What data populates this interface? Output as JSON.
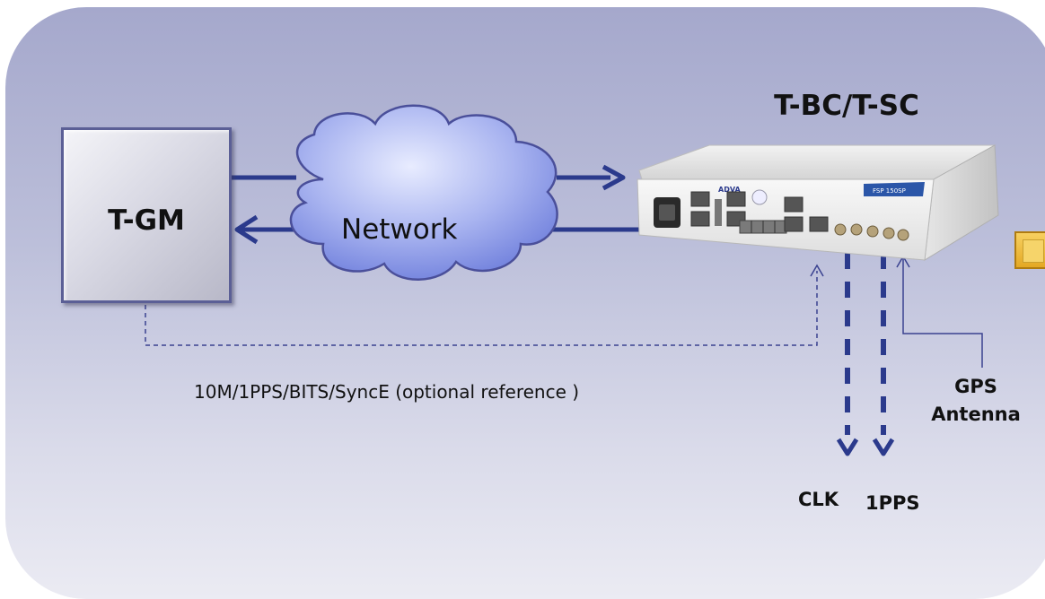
{
  "diagram": {
    "grandmaster": {
      "label": "T-GM"
    },
    "network": {
      "label": "Network"
    },
    "device": {
      "title": "T-BC/T-SC",
      "brand": "ADVA",
      "model": "FSP 150SP"
    },
    "reference_link": {
      "label": "10M/1PPS/BITS/SyncE (optional reference )"
    },
    "gps": {
      "label_line1": "GPS",
      "label_line2": "Antenna"
    },
    "outputs": {
      "clk": "CLK",
      "pps": "1PPS"
    }
  },
  "colors": {
    "arrow": "#2b3a8c",
    "panel_top": "#a5a8cc",
    "panel_bottom": "#ebebf3",
    "cloud_fill": "#8d9be8",
    "box_border": "#5b5f96"
  },
  "icons": [
    "server-box-icon",
    "cloud-icon",
    "network-device-icon",
    "arrow-right-icon",
    "arrow-left-icon",
    "arrow-down-icon"
  ]
}
